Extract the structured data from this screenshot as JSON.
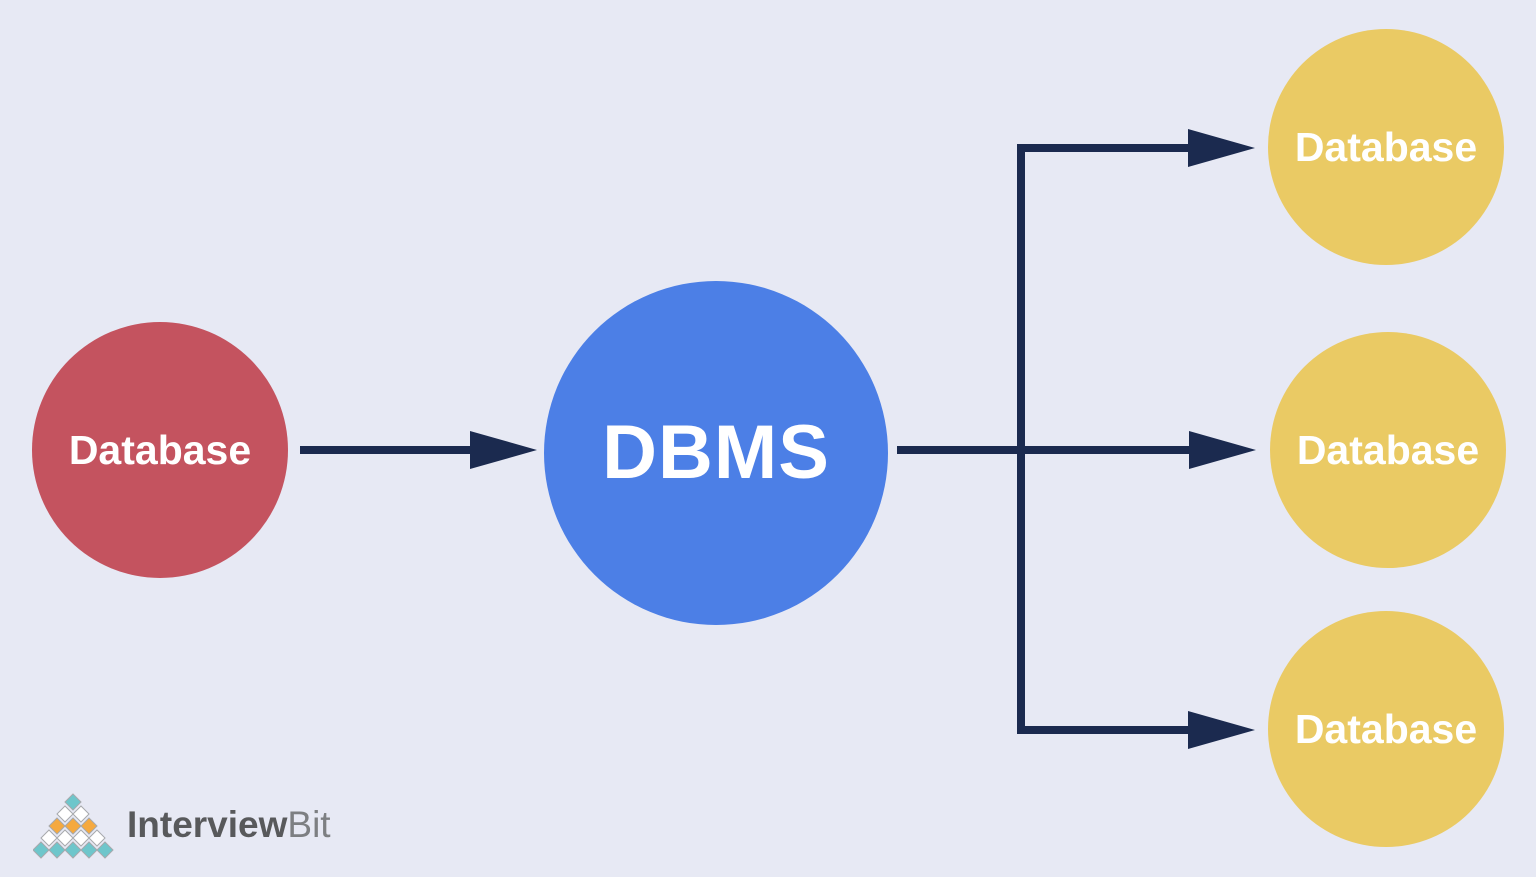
{
  "diagram": {
    "source_node": {
      "label": "Database"
    },
    "center_node": {
      "label": "DBMS"
    },
    "target_nodes": [
      {
        "label": "Database"
      },
      {
        "label": "Database"
      },
      {
        "label": "Database"
      }
    ]
  },
  "logo": {
    "brand_primary": "Interview",
    "brand_secondary": "Bit",
    "mark_icon": "diamond-pyramid-icon"
  },
  "colors": {
    "background": "#e7e9f4",
    "source-node": "#c4535f",
    "center-node": "#4c7fe6",
    "target-node": "#eaca64",
    "node-text": "#ffffff",
    "arrow": "#1b2a4f",
    "logo-teal": "#6ec6cb",
    "logo-orange": "#f5a93f",
    "logo-diamond-white": "#ffffff",
    "logo-diamond-stroke": "#a7a9ac",
    "logo-text-primary": "#58595b",
    "logo-text-secondary": "#7d7f82"
  }
}
